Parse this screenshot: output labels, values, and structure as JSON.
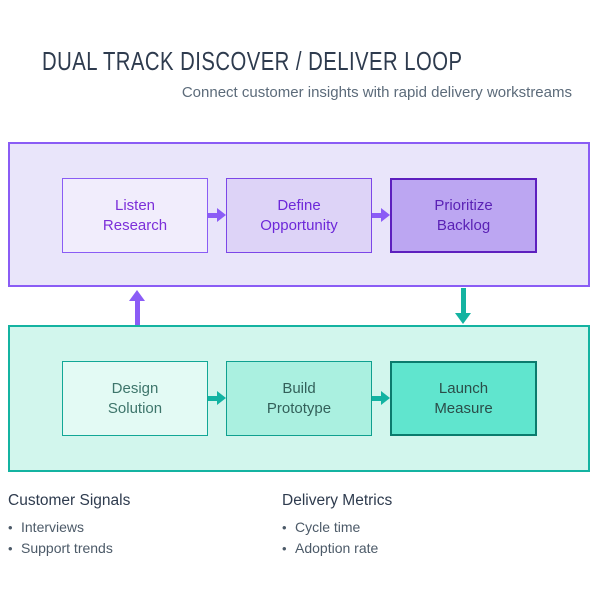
{
  "header": {
    "title": "DUAL TRACK DISCOVER / DELIVER LOOP",
    "subtitle": "Connect customer insights with rapid delivery workstreams"
  },
  "discover_track": {
    "steps": [
      {
        "line1": "Listen",
        "line2": "Research"
      },
      {
        "line1": "Define",
        "line2": "Opportunity"
      },
      {
        "line1": "Prioritize",
        "line2": "Backlog"
      }
    ]
  },
  "deliver_track": {
    "steps": [
      {
        "line1": "Design",
        "line2": "Solution"
      },
      {
        "line1": "Build",
        "line2": "Prototype"
      },
      {
        "line1": "Launch",
        "line2": "Measure"
      }
    ]
  },
  "footer": {
    "bullet_icon": "•",
    "customer_signals": {
      "heading": "Customer Signals",
      "items": [
        "Interviews",
        "Support trends"
      ]
    },
    "delivery_metrics": {
      "heading": "Delivery Metrics",
      "items": [
        "Cycle time",
        "Adoption rate"
      ]
    }
  },
  "colors": {
    "title_text": "#2E3B4E",
    "subtitle_text": "#5C6B7A",
    "body_text": "#4C5A68",
    "purple_track_bg": "#E9E5FA",
    "purple_track_border": "#8A5CF5",
    "purple_box_light_bg": "#F1EDFC",
    "purple_box_mid_bg": "#DDD3F7",
    "purple_box_dark_bg": "#BCA6F2",
    "purple_box_dark_border": "#5D1FBE",
    "purple_arrow": "#8B5CF6",
    "teal_track_bg": "#D2F6ED",
    "teal_track_border": "#14B3A1",
    "teal_box_light_bg": "#E3FAF4",
    "teal_box_mid_bg": "#AAF0E0",
    "teal_box_dark_bg": "#60E5CE",
    "teal_box_dark_border": "#0B7B6D",
    "teal_arrow": "#12B3A2"
  }
}
